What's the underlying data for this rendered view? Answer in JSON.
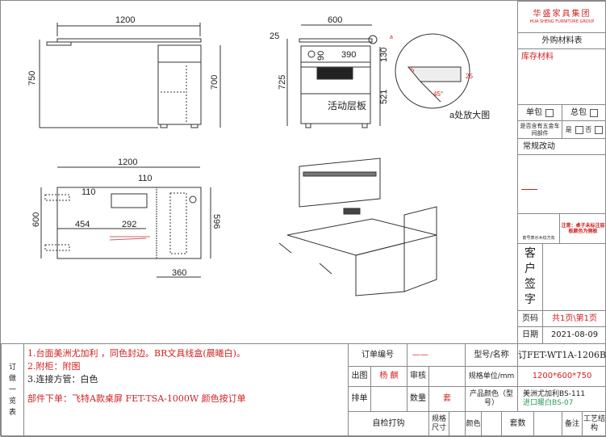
{
  "drawing": {
    "front": {
      "width": "1200",
      "height": "750",
      "cabinet_height": "700"
    },
    "side": {
      "depth": "600",
      "top_thickness": "25",
      "total": "725",
      "drawer_h": "130",
      "drawer_inner": "390",
      "drawer_side": "90",
      "lower": "521",
      "shelf_label": "活动层板",
      "detail_mark": "a"
    },
    "detail": {
      "caption": "a处放大图",
      "d1": "5",
      "d2": "25",
      "angle": "45°"
    },
    "plan": {
      "width": "1200",
      "depth": "600",
      "cab_depth": "596",
      "cab_width": "360",
      "d110a": "110",
      "d110b": "110",
      "d454": "454",
      "d292": "292"
    }
  },
  "side_panel": {
    "company_cn": "华盛家具集团",
    "company_en": "HUA SHENG FURNITURE GROUP",
    "purchased_table": "外购材料表",
    "stock_materials": "库存材料",
    "single_pack": "单包",
    "total_pack": "总包",
    "hardware_q": "是否含有五金车间部件",
    "yes": "是",
    "no": "否",
    "regular_change": "常规改动",
    "grain_note": "箭号表示木纹方向",
    "red_note": "注意：桌子未标注层板颜色为侧板",
    "customer_sign": [
      "客",
      "户",
      "签",
      "字"
    ],
    "page_label": "页码",
    "page_value": "共1页\\第1页",
    "date_label": "日期",
    "date_value": "2021-08-09"
  },
  "notes": {
    "side_label": [
      "订",
      "做",
      "一",
      "览",
      "表"
    ],
    "lines": [
      "1.台面美洲尤加利 ，同色封边。BR文具线盒(晨曦白)。",
      "2.附柜：附图",
      "3.连接方管：白色"
    ],
    "parts": "部件下单：飞特A款桌屏 FET-TSA-1000W 颜色按订单"
  },
  "order_table": {
    "order_no_label": "订单编号",
    "order_no": "——",
    "model_label": "型号/名称",
    "model": "订FET-WT1A-1206B",
    "drawn_label": "出图",
    "drawn_by": "杨 麒",
    "review_label": "审核",
    "spec_label": "规格单位/mm",
    "spec": "1200*600*750",
    "sort_label": "排单",
    "qty_label": "数量",
    "qty": "套",
    "color_label": "产品颜色（型号）",
    "color1": "美洲尤加利BS-111",
    "color2": "进口暖白BS-07",
    "check_label": "自检打钩",
    "size_label": "规格尺寸",
    "colour_label": "颜色",
    "sets_label": "套数",
    "remark_label": "备注",
    "craft_label": "工艺结构"
  }
}
